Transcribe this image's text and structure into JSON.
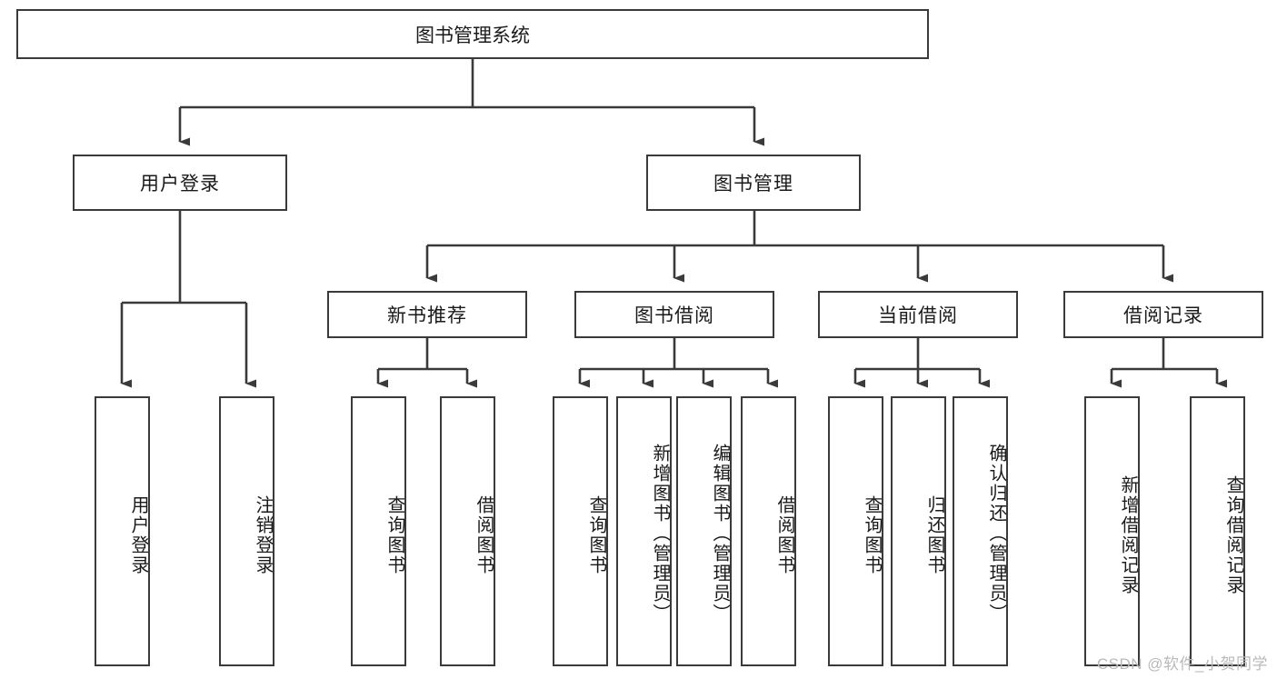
{
  "diagram": {
    "title": "图书管理系统",
    "type": "tree-hierarchy",
    "root": {
      "label": "图书管理系统"
    },
    "level2": [
      {
        "label": "用户登录"
      },
      {
        "label": "图书管理"
      }
    ],
    "level3": [
      {
        "label": "新书推荐"
      },
      {
        "label": "图书借阅"
      },
      {
        "label": "当前借阅"
      },
      {
        "label": "借阅记录"
      }
    ],
    "leaves": [
      {
        "label": "用户登录",
        "parent": "用户登录"
      },
      {
        "label": "注销登录",
        "parent": "用户登录"
      },
      {
        "label": "查询图书",
        "parent": "新书推荐"
      },
      {
        "label": "借阅图书",
        "parent": "新书推荐"
      },
      {
        "label": "查询图书",
        "parent": "图书借阅"
      },
      {
        "label": "新增图书（管理员）",
        "parent": "图书借阅"
      },
      {
        "label": "编辑图书（管理员）",
        "parent": "图书借阅"
      },
      {
        "label": "借阅图书",
        "parent": "图书借阅"
      },
      {
        "label": "查询图书",
        "parent": "当前借阅"
      },
      {
        "label": "归还图书",
        "parent": "当前借阅"
      },
      {
        "label": "确认归还（管理员）",
        "parent": "当前借阅"
      },
      {
        "label": "新增借阅记录",
        "parent": "借阅记录"
      },
      {
        "label": "查询借阅记录",
        "parent": "借阅记录"
      }
    ]
  },
  "watermark": {
    "text": "CSDN @软件_小贺同学"
  },
  "colors": {
    "border": "#3a3a3a",
    "background": "#ffffff",
    "text": "#1a1a1a",
    "watermark": "#b9b9b9"
  }
}
